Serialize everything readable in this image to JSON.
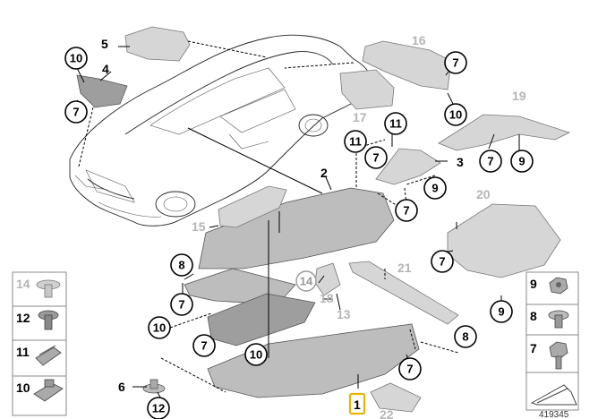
{
  "callouts": {
    "p1": "1",
    "p2": "2",
    "p3": "3",
    "p4": "4",
    "p5": "5",
    "p6": "6",
    "p7": "7",
    "p8": "8",
    "p9": "9",
    "p10": "10",
    "p11": "11",
    "p12": "12",
    "p13": "13",
    "p14": "14",
    "p15": "15",
    "p16": "16",
    "p17": "17",
    "p18": "18",
    "p19": "19",
    "p20": "20",
    "p21": "21",
    "p22": "22"
  },
  "legend": {
    "left": [
      "14",
      "12",
      "11",
      "10"
    ],
    "right": [
      "9",
      "8",
      "7"
    ]
  },
  "reference_number": "419345",
  "highlight_color": "#e8b400"
}
